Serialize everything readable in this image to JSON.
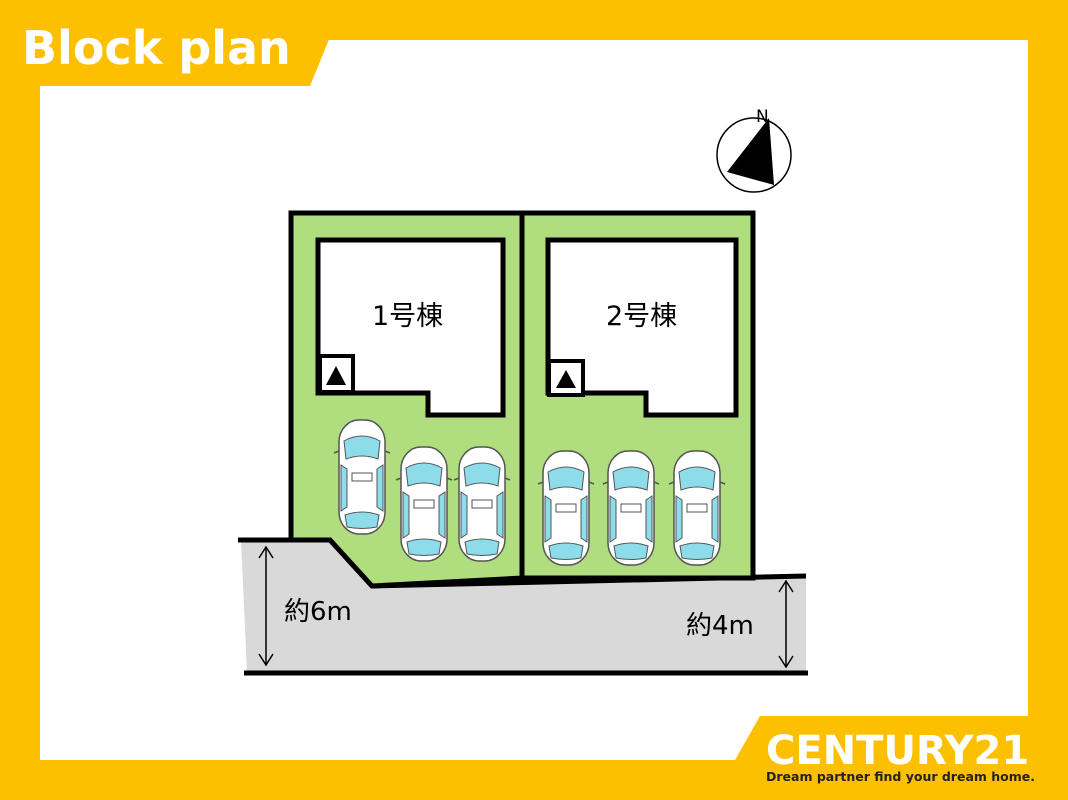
{
  "header": {
    "title": "Block plan"
  },
  "compass": {
    "north_label": "N"
  },
  "lots": [
    {
      "label": "1号棟",
      "parking_spaces": 3
    },
    {
      "label": "2号棟",
      "parking_spaces": 3
    }
  ],
  "road": {
    "width_left": "約6m",
    "width_right": "約4m"
  },
  "brand": {
    "name": "CENTURY21",
    "slogan": "Dream partner find your dream home."
  },
  "colors": {
    "frame": "#FCC000",
    "canvas": "#FFFFFF",
    "lot_fill": "#B0DD7E",
    "road_fill": "#D9D9D9",
    "car_glass": "#8CDCEA",
    "outline": "#000000"
  }
}
